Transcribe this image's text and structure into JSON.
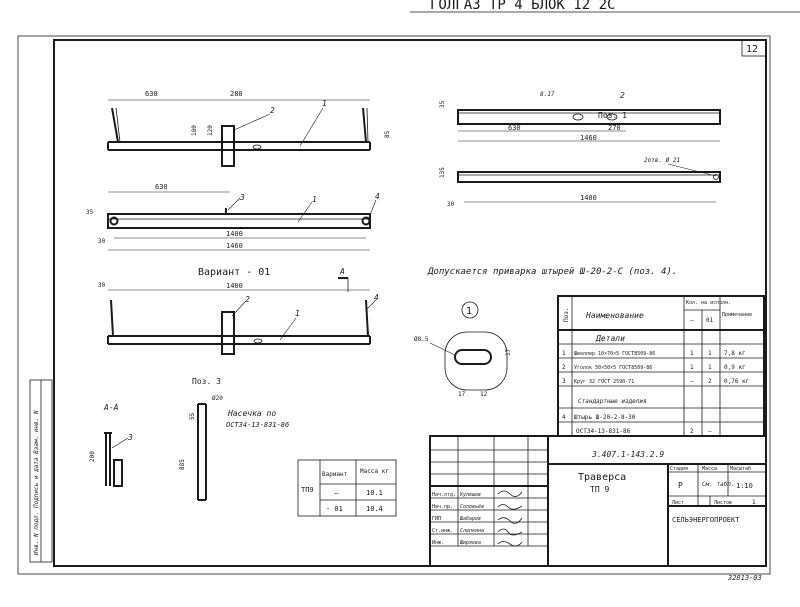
{
  "sheet": {
    "page_number": "12",
    "top_fragment": "ГОЛГАЗ ТР 4 БЛОК 12 2С",
    "bottom_code": "32813-03",
    "side_stamp": "Инв. N подл. Подпись и дата Взам. инв. N"
  },
  "top_view": {
    "dims": [
      "630",
      "280",
      "180",
      "120",
      "85"
    ],
    "callouts": [
      "2",
      "1"
    ]
  },
  "main_view": {
    "dims": [
      "630",
      "1400",
      "1460",
      "35",
      "30"
    ],
    "callouts": [
      "3",
      "1",
      "4"
    ]
  },
  "variant_view": {
    "title": "Вариант - 01",
    "section_marker": "А",
    "dims": [
      "30",
      "1400"
    ],
    "callouts": [
      "2",
      "4",
      "1"
    ]
  },
  "pos1_view": {
    "title": "Поз. 1",
    "dims": [
      "35",
      "8.17",
      "630",
      "270",
      "1460",
      "135",
      "1400",
      "30"
    ],
    "callouts": [
      "2"
    ],
    "note": "2отв. Ø 21"
  },
  "welding_note": "Допускается приварка штырей Ш-20-2-С (поз. 4).",
  "detail_1": {
    "marker": "1",
    "dims": [
      "Ø8.5",
      "17",
      "17",
      "12"
    ]
  },
  "section_aa": {
    "title": "А-А",
    "dims": [
      "200"
    ],
    "callouts": [
      "3"
    ]
  },
  "pos3_view": {
    "title": "Поз. 3",
    "dims": [
      "Ø20",
      "55",
      "885"
    ],
    "note_lines": [
      "Насечка по",
      "ОСТ34-13-831-86"
    ]
  },
  "weight_table": {
    "label": "ТП9",
    "headers": [
      "Вариант",
      "Масса кг"
    ],
    "rows": [
      [
        "—",
        "10.1"
      ],
      [
        "- 01",
        "10.4"
      ]
    ]
  },
  "spec_table": {
    "headers": [
      "Поз.",
      "Наименование",
      "Кол. на исполн.",
      "—",
      "01",
      "Примечание"
    ],
    "section_details": "Детали",
    "rows": [
      [
        "1",
        "Швеллер 10×70×5 ГОСТ8509-86",
        "1",
        "1",
        "7,8 кг"
      ],
      [
        "2",
        "Уголок 50×50×5 ГОСТ8509-86",
        "1",
        "1",
        "0,9 кг"
      ],
      [
        "3",
        "Круг 32 ГОСТ 2590-71",
        "—",
        "2",
        "0,76 кг"
      ]
    ],
    "section_standard": "Стандартные изделия",
    "std_rows": [
      [
        "4",
        "Штырь Ш-20-2-8-30",
        "",
        "",
        ""
      ],
      [
        "",
        "ОСТ34-13-831-86",
        "2",
        "—",
        ""
      ]
    ]
  },
  "title_block": {
    "document_code": "3.407.1-143.2.9",
    "name_line1": "Траверса",
    "name_line2": "ТП 9",
    "stage_header": "Стадия",
    "mass_header": "Масса",
    "scale_header": "Масштаб",
    "stage": "Р",
    "mass": "См. табл.",
    "scale": "1:10",
    "sheet_label": "Лист",
    "sheets_label": "Листов",
    "sheets_value": "1",
    "organization": "СЕЛЬЭНЕРГОПРОЕКТ",
    "roles": [
      "Нач.отд.",
      "Нач.пр.",
      "ГИП",
      "Ст.инж.",
      "Инж."
    ],
    "people": [
      "Кулешов",
      "Соловьёв",
      "Шабаров",
      "Слепкина",
      "Ширяева"
    ]
  }
}
